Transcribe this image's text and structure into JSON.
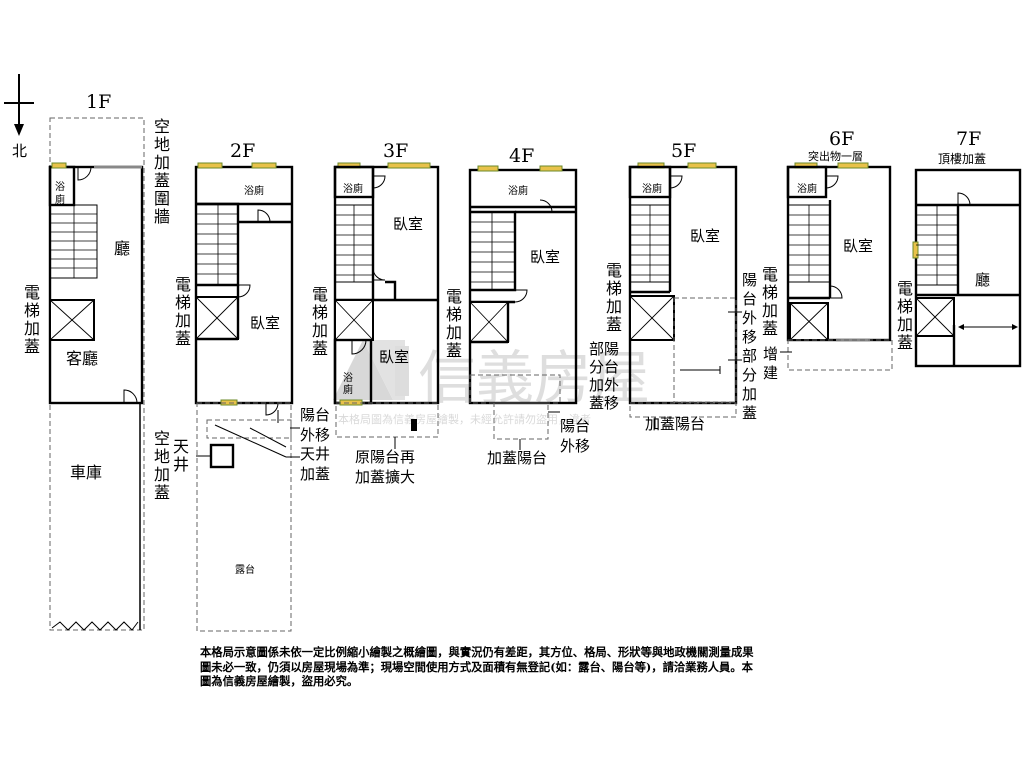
{
  "north": "北",
  "floors": {
    "f1": {
      "label": "1F",
      "garden": [
        "空",
        "地",
        "加",
        "蓋",
        "圍",
        "牆"
      ],
      "bath": [
        "浴",
        "廁"
      ],
      "hall": "廳",
      "elevator": [
        "電",
        "梯",
        "加",
        "蓋"
      ],
      "living": "客廳",
      "garage": "車庫",
      "yard": [
        "空",
        "地",
        "加",
        "蓋"
      ],
      "courtyard": [
        "天",
        "井"
      ]
    },
    "f2": {
      "label": "2F",
      "bath": "浴廁",
      "elevator": [
        "電",
        "梯",
        "加",
        "蓋"
      ],
      "bedroom": "臥室",
      "balcony_move": [
        "陽台",
        "外移"
      ],
      "courtyard_add": [
        "天井",
        "加蓋"
      ],
      "terrace": "露台"
    },
    "f3": {
      "label": "3F",
      "bath1": "浴廁",
      "bedroom1": "臥室",
      "elevator": [
        "電",
        "梯",
        "加",
        "蓋"
      ],
      "bedroom2": "臥室",
      "bath2": [
        "浴",
        "廁"
      ],
      "balcony_expand": [
        "原陽台再",
        "加蓋擴大"
      ]
    },
    "f4": {
      "label": "4F",
      "bath": "浴廁",
      "bedroom": "臥室",
      "elevator": [
        "電",
        "梯",
        "加",
        "蓋"
      ],
      "added_balcony": "加蓋陽台",
      "balcony_move": [
        "陽台",
        "外移"
      ]
    },
    "f5": {
      "label": "5F",
      "bath": "浴廁",
      "bedroom": "臥室",
      "elevator": [
        "電",
        "梯",
        "加",
        "蓋"
      ],
      "partial": [
        "部陽",
        "分台",
        "加外",
        "蓋移"
      ],
      "balcony_move": [
        "陽",
        "台",
        "外",
        "移"
      ],
      "partial_add": [
        "部",
        "分",
        "加",
        "蓋"
      ],
      "added_balcony": "加蓋陽台"
    },
    "f6": {
      "label": "6F",
      "sublabel": "突出物一層",
      "bath": "浴廁",
      "bedroom": "臥室",
      "elevator": [
        "電",
        "梯",
        "加",
        "蓋"
      ],
      "extension": [
        "增",
        "建"
      ]
    },
    "f7": {
      "label": "7F",
      "sublabel": "頂樓加蓋",
      "hall": "廳",
      "elevator": [
        "電",
        "梯",
        "加",
        "蓋"
      ]
    }
  },
  "watermark": {
    "brand": "信義房屋",
    "text": "本格局圖為信義房屋繪製，未經允許請勿盜用，違者"
  },
  "note": "本格局示意圖係未依一定比例縮小繪製之概繪圖，與實況仍有差距，其方位、格局、形狀等與地政機關測量成果圖未必一致，仍須以房屋現場為準；現場空間使用方式及面積有無登記(如：露台、陽台等)，請洽業務人員。本圖為信義房屋繪製，盜用必究。"
}
